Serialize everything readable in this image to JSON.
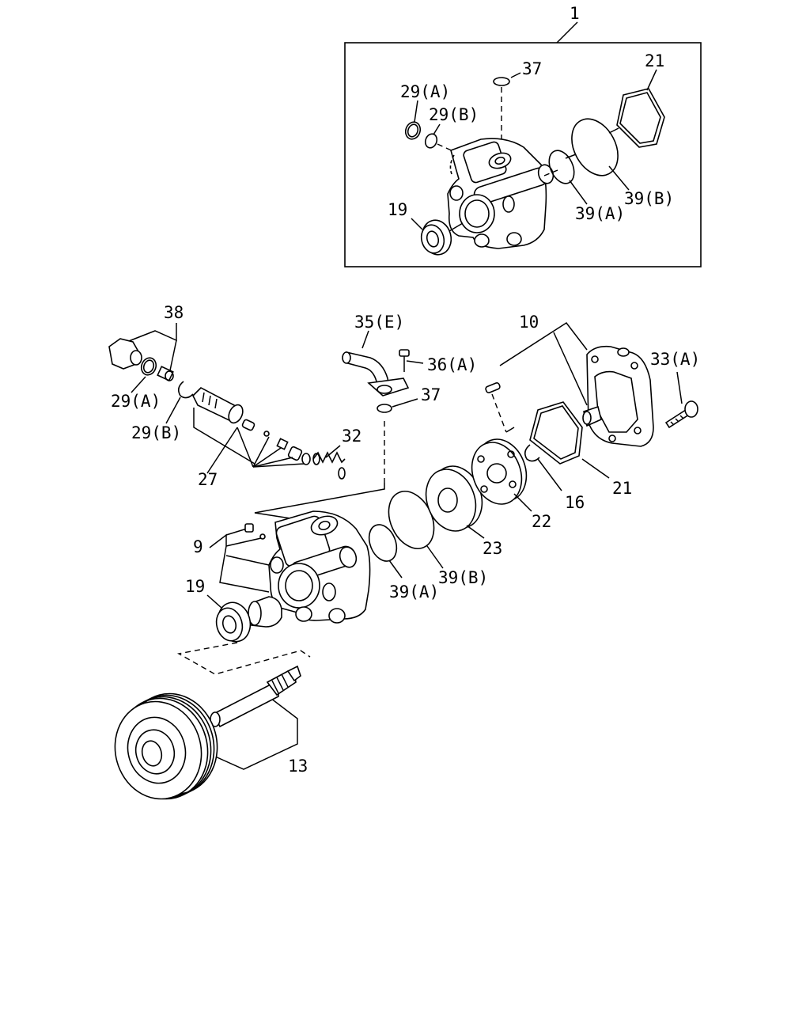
{
  "labels": {
    "l1": "1",
    "l37a": "37",
    "l21a": "21",
    "l29Aa": "29(A)",
    "l29Ba": "29(B)",
    "l19a": "19",
    "l39Aa": "39(A)",
    "l39Ba": "39(B)",
    "l38": "38",
    "l29Ab": "29(A)",
    "l29Bb": "29(B)",
    "l27": "27",
    "l32": "32",
    "l35E": "35(E)",
    "l36A": "36(A)",
    "l37b": "37",
    "l10": "10",
    "l33A": "33(A)",
    "l21b": "21",
    "l16": "16",
    "l22": "22",
    "l23": "23",
    "l39Bb": "39(B)",
    "l39Ab": "39(A)",
    "l9": "9",
    "l19b": "19",
    "l13": "13"
  }
}
